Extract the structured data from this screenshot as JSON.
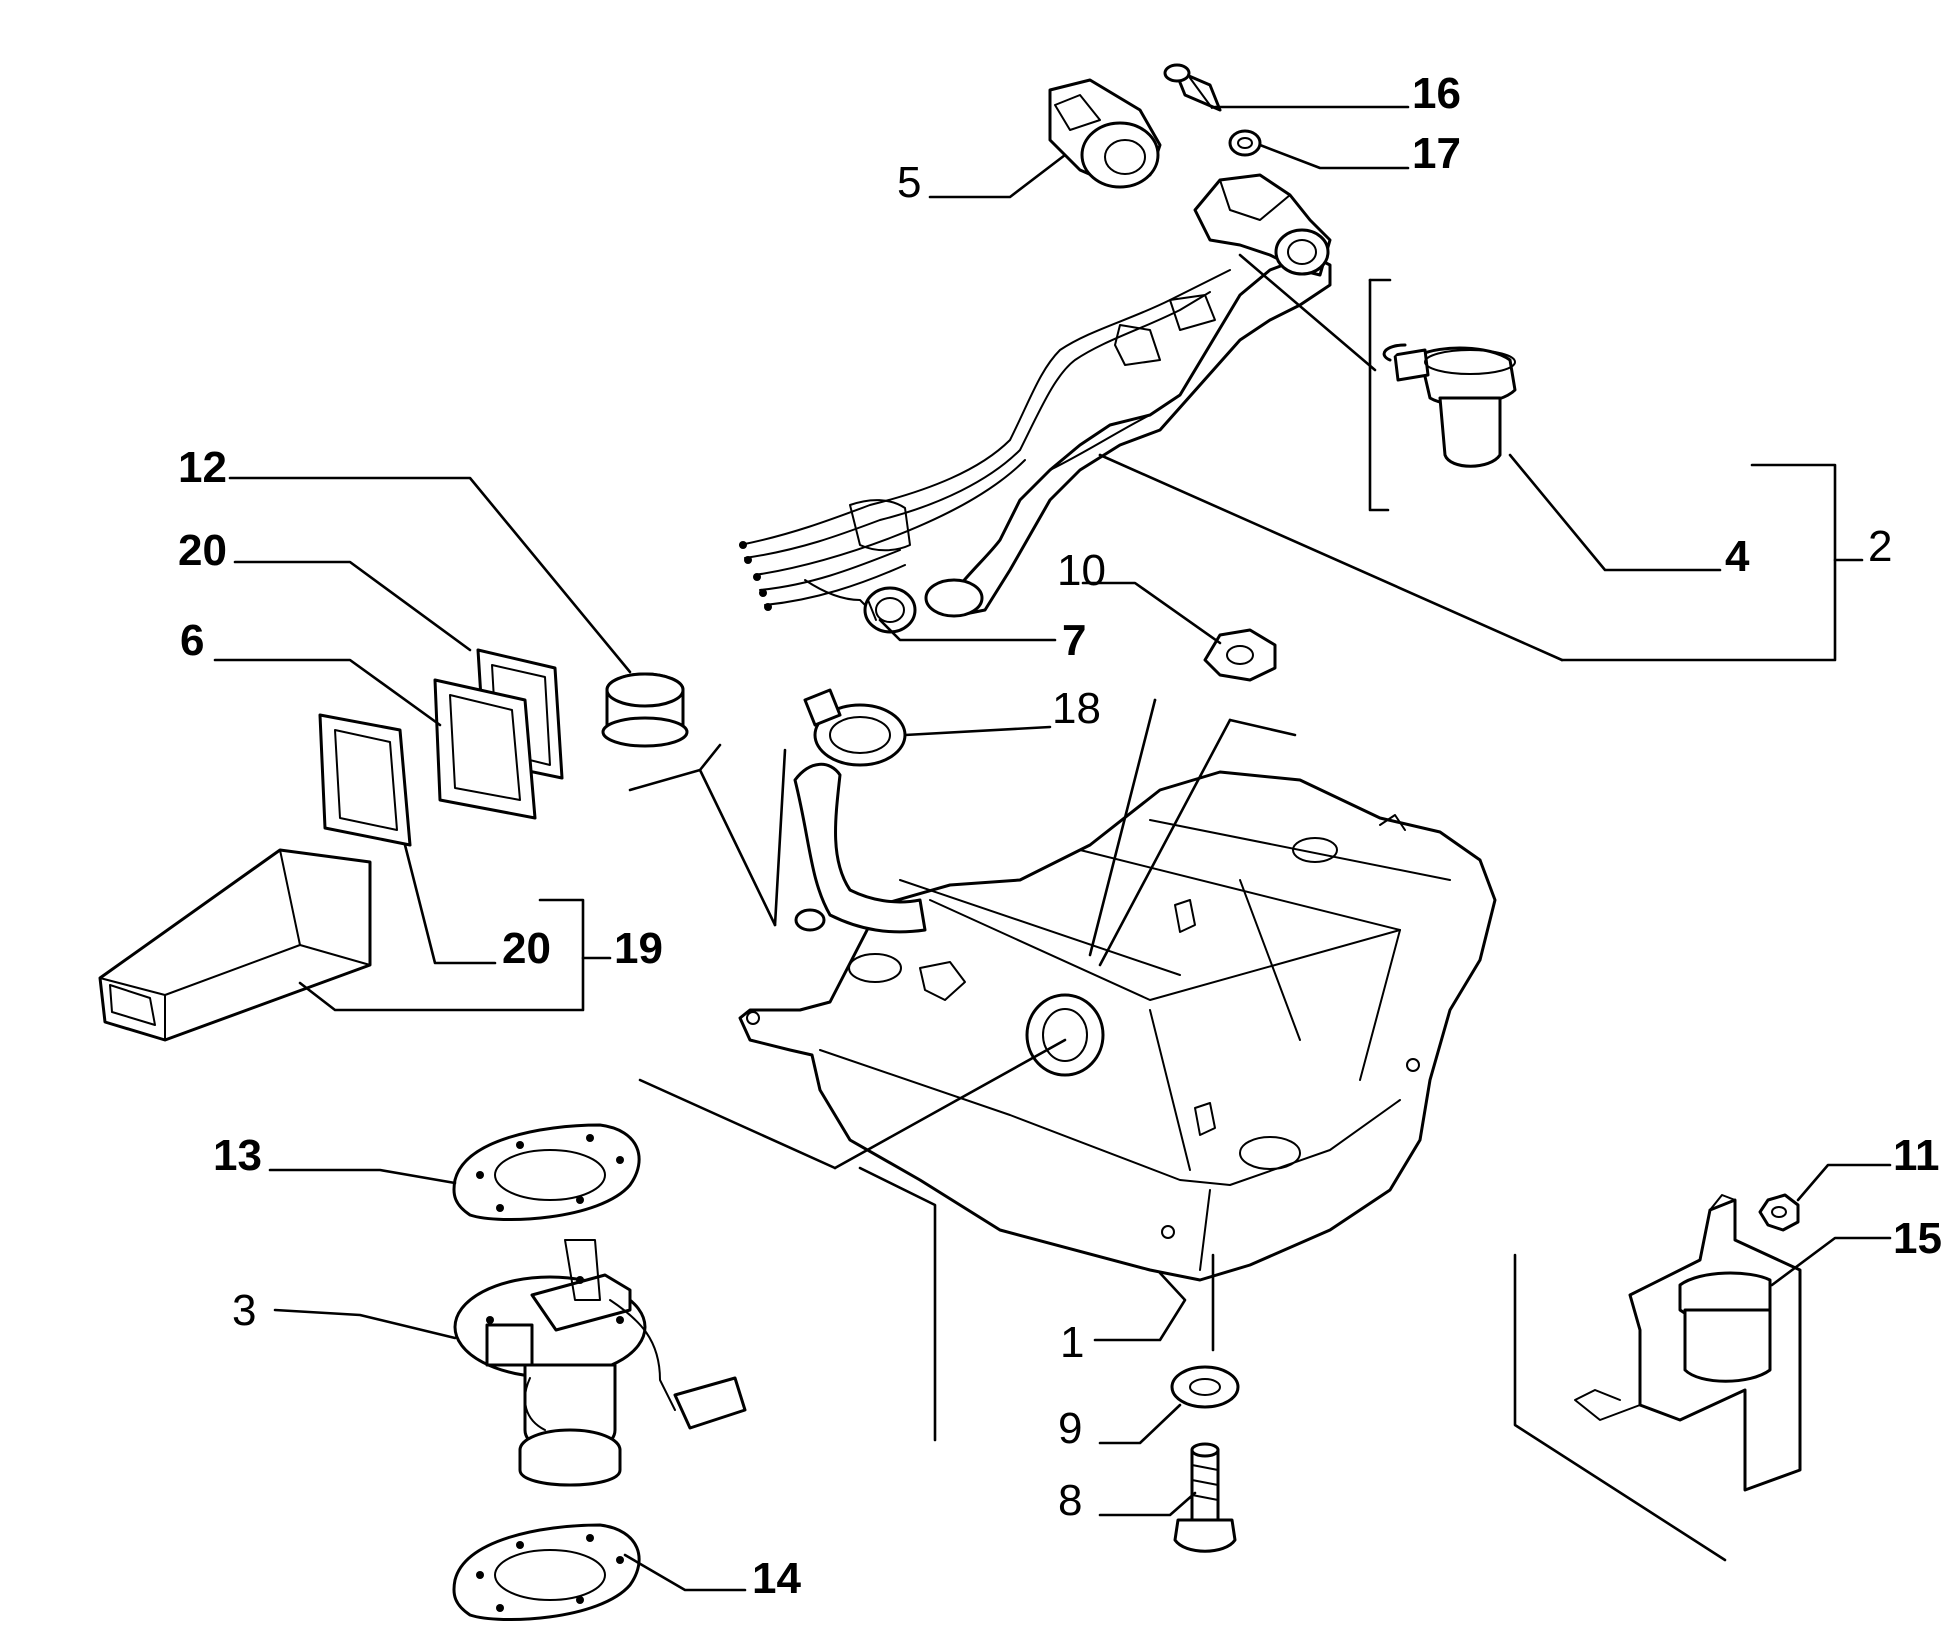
{
  "callouts": [
    {
      "id": "1",
      "text": "1",
      "bold": false
    },
    {
      "id": "2",
      "text": "2",
      "bold": false
    },
    {
      "id": "3",
      "text": "3",
      "bold": false
    },
    {
      "id": "4",
      "text": "4",
      "bold": true
    },
    {
      "id": "5",
      "text": "5",
      "bold": false
    },
    {
      "id": "6",
      "text": "6",
      "bold": true
    },
    {
      "id": "7",
      "text": "7",
      "bold": true
    },
    {
      "id": "8",
      "text": "8",
      "bold": false
    },
    {
      "id": "9",
      "text": "9",
      "bold": false
    },
    {
      "id": "10",
      "text": "10",
      "bold": false
    },
    {
      "id": "11",
      "text": "11",
      "bold": true
    },
    {
      "id": "12",
      "text": "12",
      "bold": true
    },
    {
      "id": "13",
      "text": "13",
      "bold": true
    },
    {
      "id": "14",
      "text": "14",
      "bold": true
    },
    {
      "id": "15",
      "text": "15",
      "bold": true
    },
    {
      "id": "16",
      "text": "16",
      "bold": true
    },
    {
      "id": "17",
      "text": "17",
      "bold": true
    },
    {
      "id": "18",
      "text": "18",
      "bold": false
    },
    {
      "id": "19",
      "text": "19",
      "bold": true
    },
    {
      "id": "20a",
      "text": "20",
      "bold": true
    },
    {
      "id": "20b",
      "text": "20",
      "bold": true
    }
  ],
  "parts": [
    {
      "id": "fuel-tank",
      "icon": "fuel-tank-icon"
    },
    {
      "id": "filler-neck-assembly",
      "icon": "filler-neck-icon"
    },
    {
      "id": "fuel-pump",
      "icon": "fuel-pump-icon"
    },
    {
      "id": "vent-valve",
      "icon": "valve-icon"
    },
    {
      "id": "filler-cap",
      "icon": "cap-icon"
    },
    {
      "id": "heat-shield",
      "icon": "shield-icon"
    },
    {
      "id": "bracket",
      "icon": "bracket-icon"
    }
  ]
}
